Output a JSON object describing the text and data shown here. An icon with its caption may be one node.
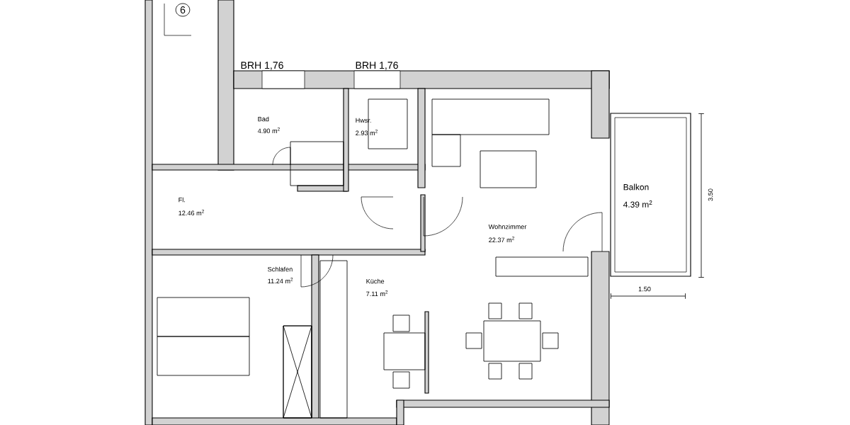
{
  "diagram": {
    "labels": [
      "6",
      "BRH 1,76",
      "BRH 1,76",
      "Bad",
      "4.90 m$^{2}$",
      "Hwsr.",
      "2.93 m$^{2}$",
      "Fl.",
      "12.46 m$^{2}$",
      "Wohnzimmer",
      "22.37 m$^{2}$",
      "Balkon",
      "4.39 m$^{2}$",
      "3.50",
      "Schlafen",
      "11.24 m$^{2}$",
      "Küche",
      "7.11 m$^{2}$",
      "1.50"
    ]
  }
}
